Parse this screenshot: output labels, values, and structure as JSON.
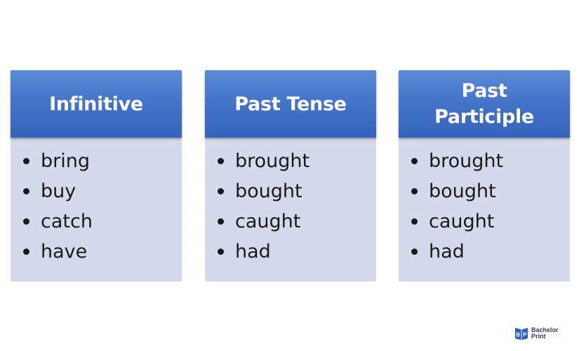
{
  "colors": {
    "header_top": "#5b8ad6",
    "header_bottom": "#3563bb",
    "body_fill": "#d5d9ec",
    "header_text": "#ffffff",
    "item_text": "#1a1a1a",
    "logo_blue": "#2b5fb8"
  },
  "columns": [
    {
      "header_lines": [
        "Infinitive"
      ],
      "items": [
        "bring",
        "buy",
        "catch",
        "have"
      ]
    },
    {
      "header_lines": [
        "Past Tense"
      ],
      "items": [
        "brought",
        "bought",
        "caught",
        "had"
      ]
    },
    {
      "header_lines": [
        "Past",
        "Participle"
      ],
      "items": [
        "brought",
        "bought",
        "caught",
        "had"
      ]
    }
  ],
  "logo": {
    "icon": "book-logo-icon",
    "monogram": "BP",
    "words": [
      "Bachelor",
      "Print"
    ]
  }
}
